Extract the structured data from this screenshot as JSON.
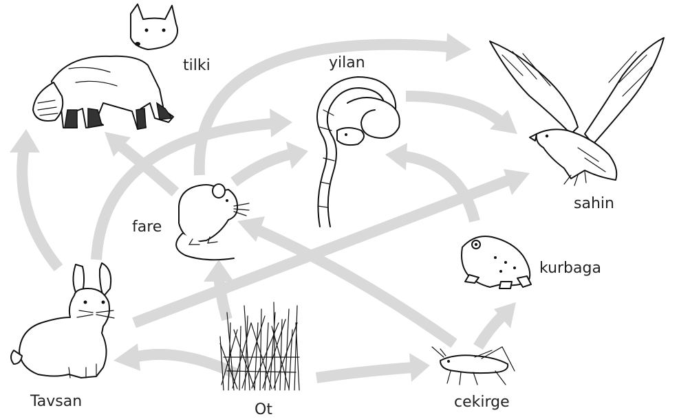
{
  "organisms": {
    "tilki": "tilki",
    "yilan": "yilan",
    "sahin": "sahin",
    "fare": "fare",
    "kurbaga": "kurbaga",
    "tavsan": "Tavsan",
    "ot": "Ot",
    "cekirge": "cekirge"
  },
  "links": [
    {
      "from": "Ot",
      "to": "Tavsan"
    },
    {
      "from": "Ot",
      "to": "fare"
    },
    {
      "from": "Ot",
      "to": "cekirge"
    },
    {
      "from": "cekirge",
      "to": "fare"
    },
    {
      "from": "cekirge",
      "to": "kurbaga"
    },
    {
      "from": "Tavsan",
      "to": "tilki"
    },
    {
      "from": "Tavsan",
      "to": "yilan"
    },
    {
      "from": "Tavsan",
      "to": "sahin"
    },
    {
      "from": "fare",
      "to": "tilki"
    },
    {
      "from": "fare",
      "to": "yilan"
    },
    {
      "from": "fare",
      "to": "sahin"
    },
    {
      "from": "yilan",
      "to": "sahin"
    },
    {
      "from": "kurbaga",
      "to": "yilan"
    }
  ],
  "colors": {
    "arrow": "#d9d9d9",
    "ink": "#111111"
  }
}
